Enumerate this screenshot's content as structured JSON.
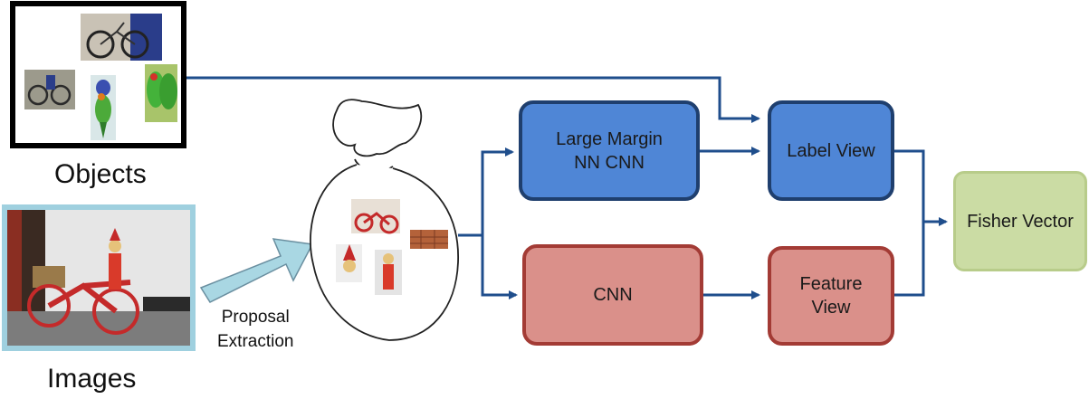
{
  "captions": {
    "objects": "Objects",
    "images": "Images",
    "proposal_extraction": "Proposal\nExtraction"
  },
  "boxes": {
    "large_margin": "Large Margin\nNN CNN",
    "label_view": "Label View",
    "cnn": "CNN",
    "feature_view": "Feature\nView",
    "fisher_vector": "Fisher Vector"
  },
  "colors": {
    "arrow": "#1f4e8c",
    "blue_fill": "#4f86d6",
    "red_fill": "#da908a",
    "green_fill": "#cbdca4",
    "proposal_arrow": "#a9d7e3"
  }
}
